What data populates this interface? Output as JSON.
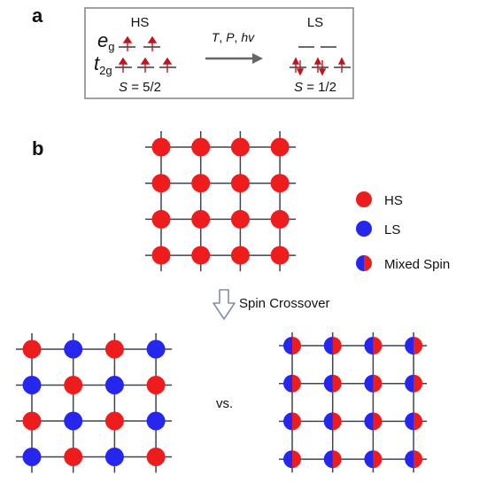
{
  "panel_a": {
    "letter": "a",
    "hs": {
      "title": "HS",
      "eg_main": "e",
      "eg_sub": "g",
      "t2g_main": "t",
      "t2g_sub": "2g",
      "spin_italic": "S",
      "spin_rest": " = 5/2"
    },
    "ls": {
      "title": "LS",
      "spin_italic": "S",
      "spin_rest": " = 1/2"
    },
    "arrow_label": {
      "t": "T",
      "sep1": ", ",
      "p": "P",
      "sep2": ", ",
      "hv": "hv"
    }
  },
  "panel_b": {
    "letter": "b",
    "legend": [
      {
        "label": "HS",
        "color": "#ee1c1c"
      },
      {
        "label": "LS",
        "color": "#2626ee"
      },
      {
        "label": "Mixed Spin",
        "color_left": "#2626ee",
        "color_right": "#ee1c1c"
      }
    ],
    "transition_label": "Spin Crossover",
    "vs_label": "vs.",
    "grids": {
      "top": [
        [
          "HS",
          "HS",
          "HS",
          "HS"
        ],
        [
          "HS",
          "HS",
          "HS",
          "HS"
        ],
        [
          "HS",
          "HS",
          "HS",
          "HS"
        ],
        [
          "HS",
          "HS",
          "HS",
          "HS"
        ]
      ],
      "bottom_left": [
        [
          "HS",
          "LS",
          "HS",
          "LS"
        ],
        [
          "LS",
          "HS",
          "LS",
          "HS"
        ],
        [
          "HS",
          "LS",
          "HS",
          "LS"
        ],
        [
          "LS",
          "HS",
          "LS",
          "HS"
        ]
      ],
      "bottom_right": [
        [
          "MIX",
          "MIX",
          "MIX",
          "MIX"
        ],
        [
          "MIX",
          "MIX",
          "MIX",
          "MIX"
        ],
        [
          "MIX",
          "MIX",
          "MIX",
          "MIX"
        ],
        [
          "MIX",
          "MIX",
          "MIX",
          "MIX"
        ]
      ]
    }
  },
  "colors": {
    "hs": "#ee1c1c",
    "ls": "#2626ee",
    "line": "#3a4452",
    "electron": "#c0141e",
    "arrow": "#666666"
  }
}
